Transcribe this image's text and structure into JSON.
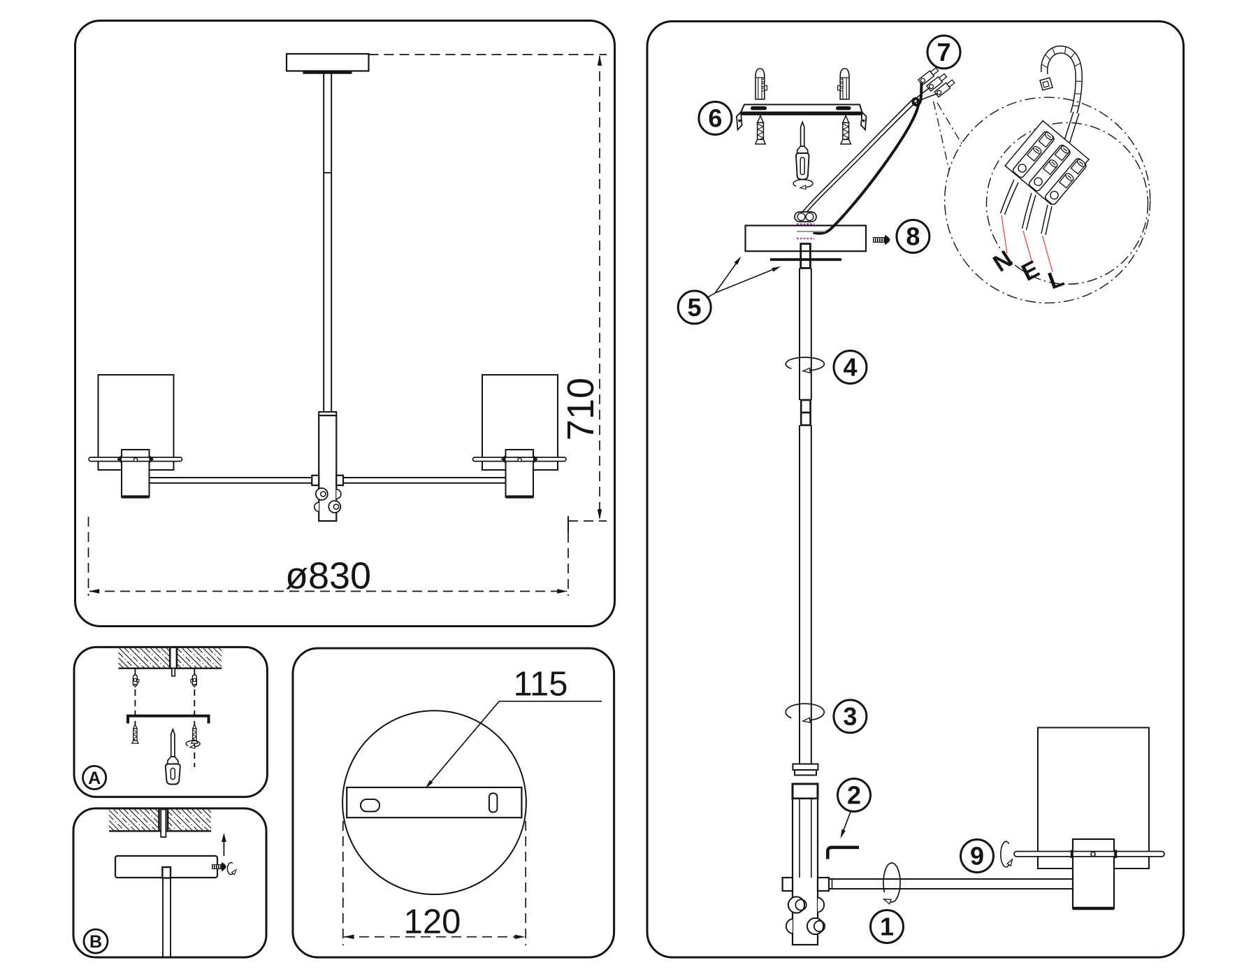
{
  "document": {
    "background": "#ffffff",
    "line_color": "#141414",
    "thread_accent_color": "#b44fb0",
    "leader_line_color": "#e25555",
    "wire_gray_color": "#9a9a9a"
  },
  "main_view": {
    "height_dim": "710",
    "diameter_dim": "ø830"
  },
  "detail_a": {
    "label": "A"
  },
  "detail_b": {
    "label": "B"
  },
  "plate_view": {
    "hole_spacing_dim": "115",
    "plate_width_dim": "120"
  },
  "assembly": {
    "steps": [
      {
        "number": "1"
      },
      {
        "number": "2"
      },
      {
        "number": "3"
      },
      {
        "number": "4"
      },
      {
        "number": "5"
      },
      {
        "number": "6"
      },
      {
        "number": "7"
      },
      {
        "number": "8"
      },
      {
        "number": "9"
      }
    ],
    "wiring": {
      "neutral": "N",
      "earth": "E",
      "live": "L"
    }
  }
}
